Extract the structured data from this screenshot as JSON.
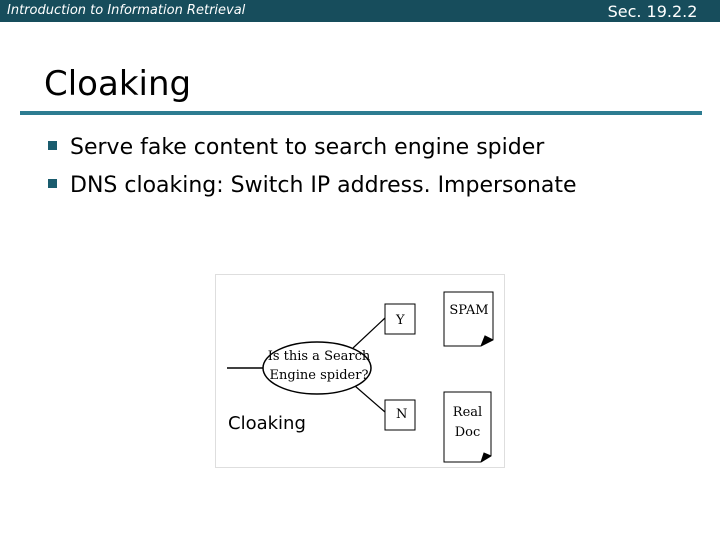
{
  "header": {
    "course_title": "Introduction to Information Retrieval",
    "section": "Sec. 19.2.2"
  },
  "slide": {
    "title": "Cloaking",
    "bullets": [
      "Serve fake content to search engine spider",
      "DNS cloaking: Switch IP address. Impersonate"
    ]
  },
  "diagram": {
    "question": "Is this a Search Engine spider?",
    "question_line1": "Is this a Search",
    "question_line2": "Engine spider?",
    "yes_label": "Y",
    "no_label": "N",
    "spam_doc": "SPAM",
    "real_doc_line1": "Real",
    "real_doc_line2": "Doc",
    "caption": "Cloaking"
  },
  "colors": {
    "header_bg": "#174d5c",
    "rule": "#2d7c91",
    "bullet": "#1a5c6e"
  }
}
